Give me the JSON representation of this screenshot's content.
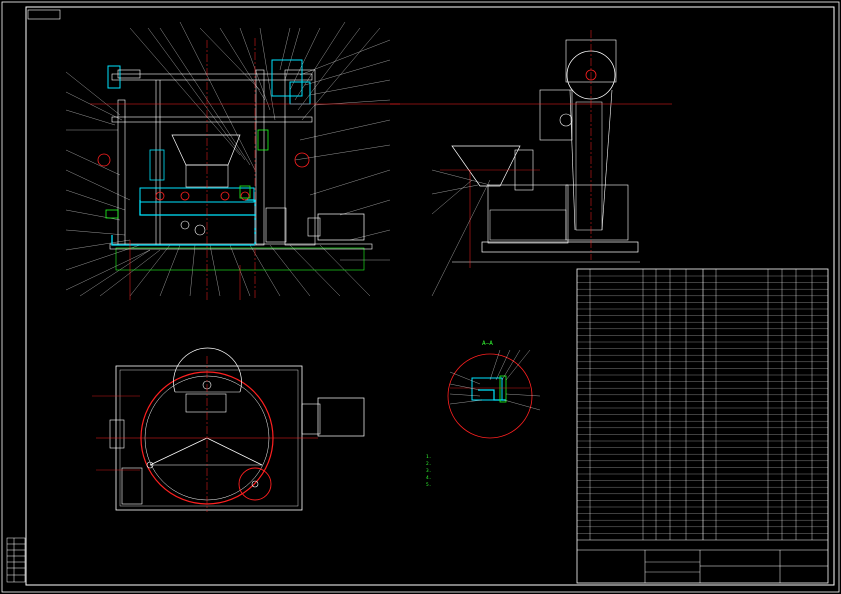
{
  "drawing": {
    "top_label": "",
    "section_label": "A–A",
    "notes_title": "",
    "notes": [
      "1.",
      "2.",
      "3.",
      "4.",
      "5."
    ],
    "title_block": {
      "name": "",
      "drawing_no": ""
    }
  },
  "colors": {
    "background": "#000000",
    "frame": "#ffffff",
    "centerline": "#ff2020",
    "part_cyan": "#00e5ff",
    "part_green": "#20ff20",
    "part_yellow": "#ffff00",
    "dimension": "#ffffff"
  }
}
